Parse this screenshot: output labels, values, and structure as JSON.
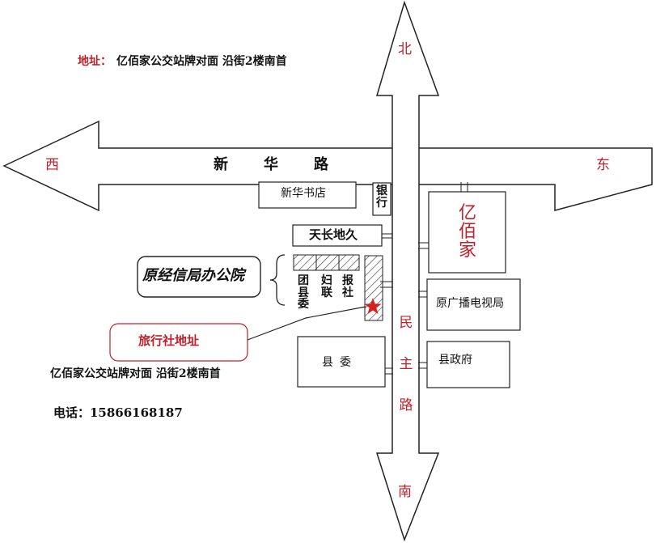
{
  "directions": {
    "north": "北",
    "south": "南",
    "east": "东",
    "west": "西"
  },
  "roads": {
    "xinhua_road": "新华路",
    "minzhu_road": "民主路"
  },
  "buildings": {
    "bookstore": "新华书店",
    "bank": "银行",
    "tianchang": "天长地久",
    "yibaijia": "亿佰家",
    "guangbo": "原广播电视局",
    "xianwei": "县委",
    "xianzhengfu": "县政府",
    "tuanxianwei": "团县委",
    "fulian": "妇联",
    "baoshe": "报社"
  },
  "callouts": {
    "office_compound": "原经信局办公院",
    "agency_location": "旅行社地址"
  },
  "address": {
    "label": "地址：",
    "text": "亿佰家公交站牌对面 沿街2楼南首",
    "repeat_text": "亿佰家公交站牌对面 沿街2楼南首"
  },
  "contact": {
    "phone": "电话：15866168187"
  },
  "colors": {
    "accent_red": "#c0202a",
    "line": "#222222",
    "text": "#111111"
  },
  "icons": {
    "location_marker": "star-icon"
  }
}
